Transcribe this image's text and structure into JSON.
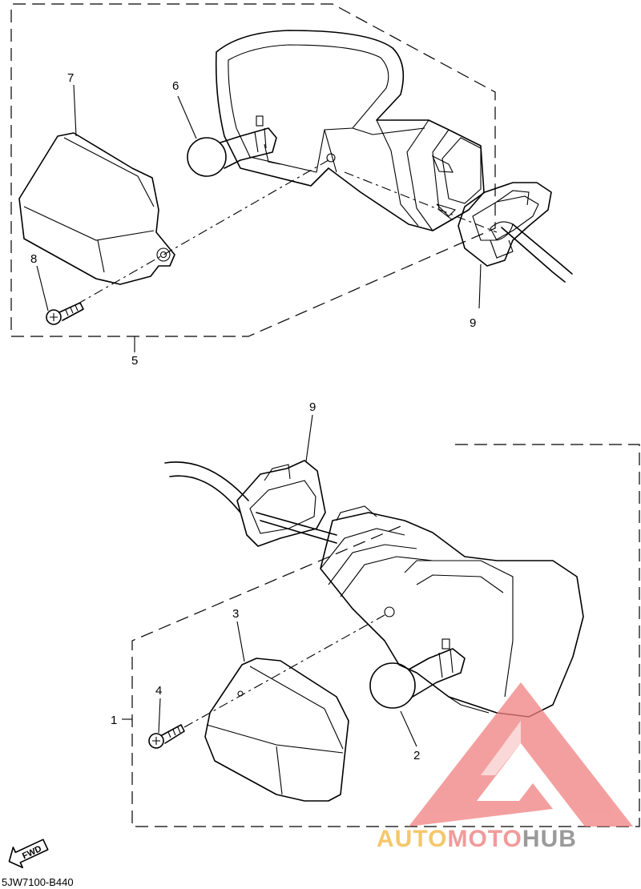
{
  "diagram": {
    "callouts": {
      "upper_lens": "7",
      "upper_bulb": "6",
      "upper_screw": "8",
      "upper_grommet": "9",
      "upper_assembly": "5",
      "lower_grommet": "9",
      "lower_lens": "3",
      "lower_screw": "4",
      "lower_assembly": "1",
      "lower_bulb": "2"
    },
    "fwd_label": "FWD",
    "drawing_code": "5JW7100-B440"
  },
  "watermark": {
    "text_auto": "AUTO",
    "text_moto": "MOTO",
    "text_hub": "HUB",
    "color_auto": "#f5c76a",
    "color_moto": "#f19a9a",
    "color_hub": "#9a9a9a",
    "logo_color": "#f08080"
  }
}
